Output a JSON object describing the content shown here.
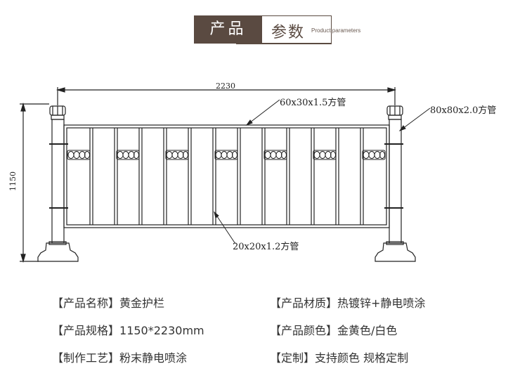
{
  "header": {
    "title_left": "产品",
    "title_right": "参数",
    "subtitle": "Product parameters"
  },
  "drawing": {
    "width_label": "2230",
    "height_label": "1150",
    "callout_top_rail": "60x30x1.5方管",
    "callout_post": "80x80x2.0方管",
    "callout_bar": "20x20x1.2方管"
  },
  "specs": [
    {
      "label": "【产品名称】",
      "value": "黄金护栏"
    },
    {
      "label": "【产品材质】",
      "value": "热镀锌+静电喷涂"
    },
    {
      "label": "【产品规格】",
      "value": "1150*2230mm"
    },
    {
      "label": "【产品颜色】",
      "value": "金黄色/白色"
    },
    {
      "label": "【制作工艺】",
      "value": "粉末静电喷涂"
    },
    {
      "label": "【定制】",
      "value": "支持颜色 规格定制"
    }
  ]
}
